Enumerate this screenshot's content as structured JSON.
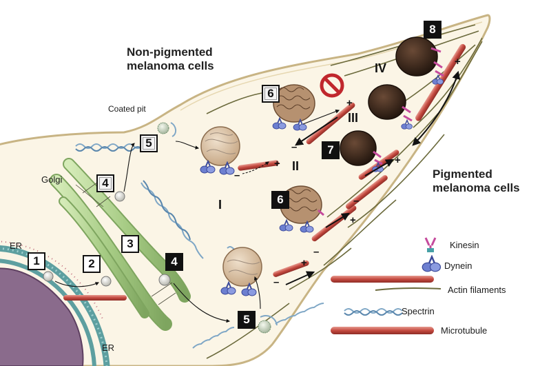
{
  "titles": {
    "non_pigmented": "Non-pigmented melanoma cells",
    "pigmented": "Pigmented melanoma cells"
  },
  "labels": {
    "er_top": "ER",
    "er_bottom": "ER",
    "golgi": "Golgi",
    "coated_pit": "Coated pit"
  },
  "steps": {
    "s1": "1",
    "s2": "2",
    "s3": "3",
    "s4g": "4",
    "s4b": "4",
    "s5w": "5",
    "s5b": "5",
    "s6w": "6",
    "s6b": "6",
    "s7": "7",
    "s8": "8"
  },
  "roman": {
    "I": "I",
    "II": "II",
    "III": "III",
    "IV": "IV"
  },
  "legend": {
    "kinesin": "Kinesin",
    "dynein": "Dynein",
    "actin": "Actin filaments",
    "spectrin": "Spectrin",
    "microtubule": "Microtubule"
  },
  "colors": {
    "cytoplasm": "#fbf5e6",
    "membrane": "#c8b484",
    "nucleus": "#8a6b8c",
    "er": "#5d9fa0",
    "golgi": "#a9c98a",
    "microtubule": "#c9564c",
    "actin": "#6b6a3c",
    "spectrin": "#7fa7c6",
    "melanosome_light": "#d7bfa3",
    "melanosome_dark": "#3b2a1f",
    "dynein": "#7f8fd4",
    "kinesin": "#c54a9c",
    "forbidden": "#c0272d"
  },
  "icons": [
    "forbidden-icon"
  ]
}
